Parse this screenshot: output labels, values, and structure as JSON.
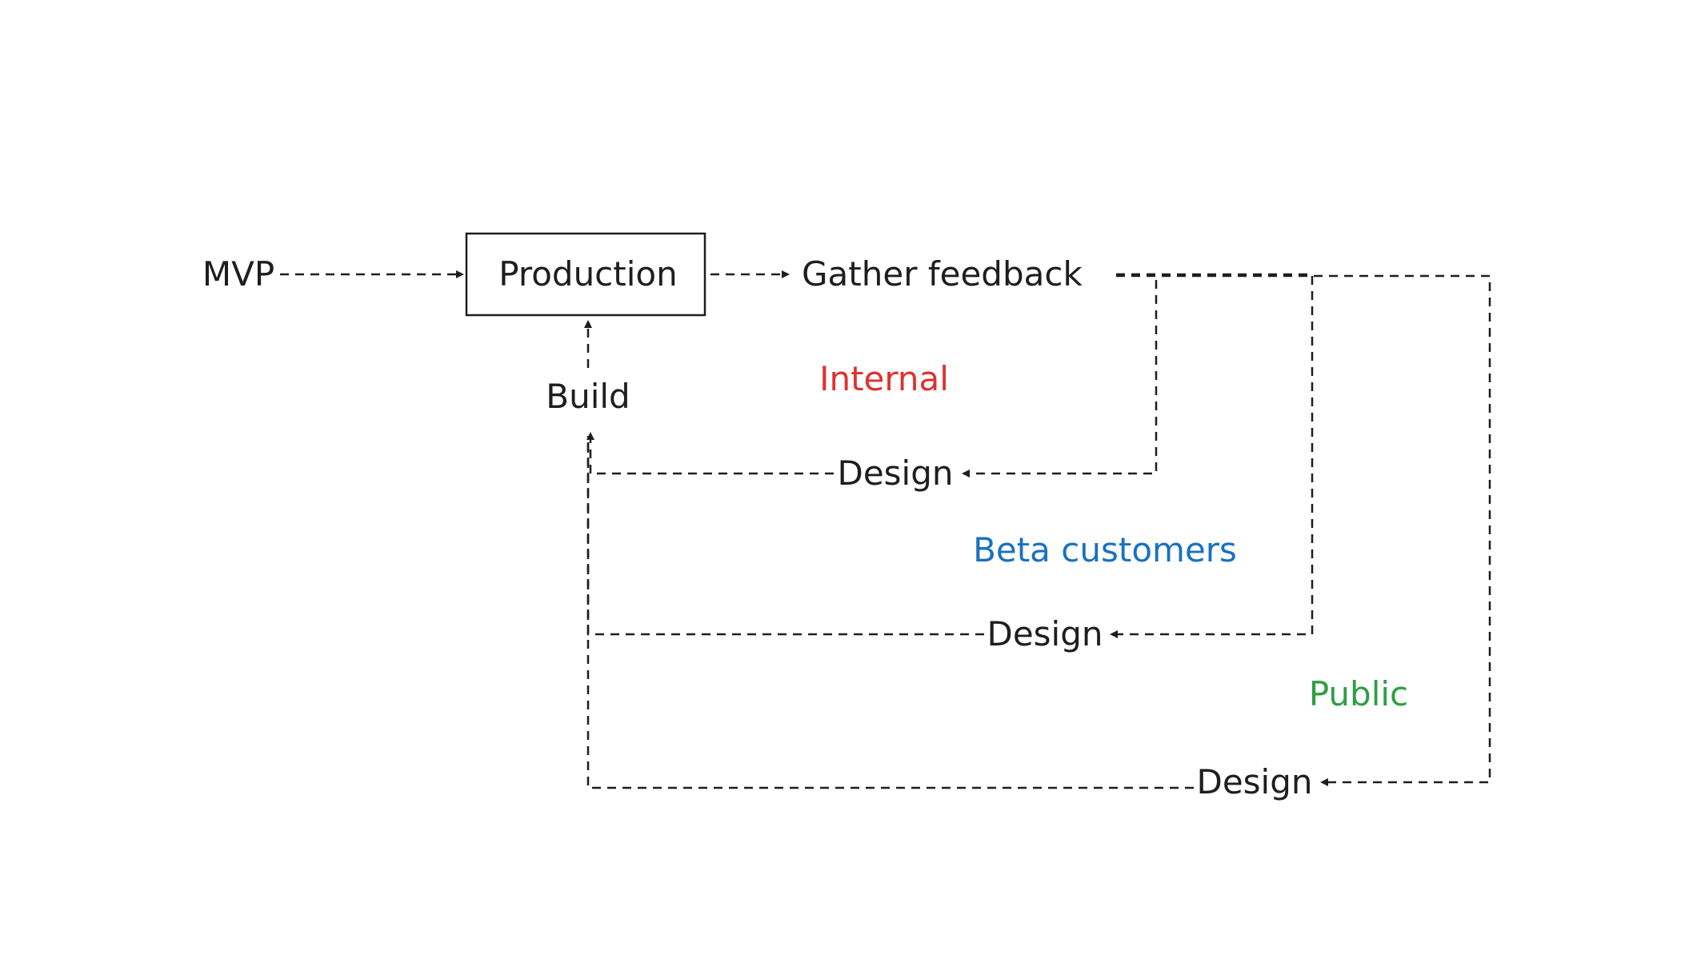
{
  "diagram": {
    "nodes": {
      "mvp": "MVP",
      "production": "Production",
      "gather_feedback": "Gather feedback",
      "build": "Build",
      "design_internal": "Design",
      "design_beta": "Design",
      "design_public": "Design"
    },
    "loops": {
      "internal": "Internal",
      "beta": "Beta customers",
      "public": "Public"
    },
    "colors": {
      "ink": "#1e1e1e",
      "internal": "#e03131",
      "beta": "#1971c2",
      "public": "#2f9e44"
    }
  }
}
